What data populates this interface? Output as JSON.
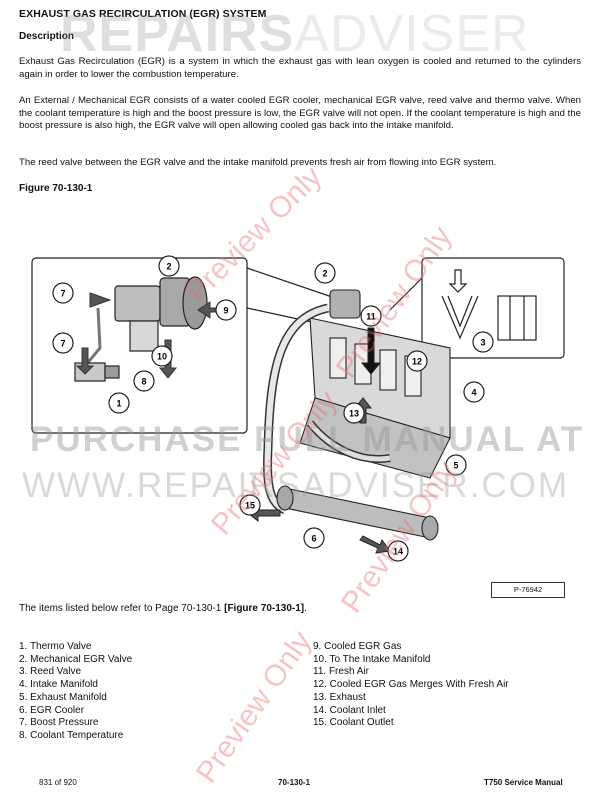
{
  "header": {
    "title": "EXHAUST GAS RECIRCULATION (EGR) SYSTEM",
    "subhead": "Description"
  },
  "paragraphs": [
    "Exhaust Gas Recirculation (EGR) is a system in which the exhaust gas with lean oxygen is cooled and returned to the cylinders again in order to lower the combustion temperature.",
    "An External / Mechanical EGR consists of a water cooled EGR cooler, mechanical EGR valve, reed valve and thermo valve. When the coolant temperature is high and the boost pressure is low, the EGR valve will not open. If the coolant temperature is high and the boost pressure is also high, the EGR valve will open allowing cooled gas back into the intake manifold.",
    "The reed valve between the EGR valve and the intake manifold prevents fresh air from flowing into EGR system."
  ],
  "figure": {
    "caption": "Figure 70-130-1",
    "ref_code": "P-76942",
    "callouts": [
      "1",
      "2",
      "3",
      "4",
      "5",
      "6",
      "7",
      "8",
      "9",
      "10",
      "11",
      "12",
      "13",
      "14",
      "15"
    ]
  },
  "items_intro": {
    "text": "The items listed below refer to Page 70-130-1 ",
    "ref": "[Figure 70-130-1]",
    "end": "."
  },
  "items_left": [
    "1. Thermo Valve",
    "2. Mechanical EGR Valve",
    "3. Reed Valve",
    "4. Intake Manifold",
    "5. Exhaust Manifold",
    "6. EGR Cooler",
    "7. Boost Pressure",
    "8. Coolant Temperature"
  ],
  "items_right": [
    "9. Cooled EGR Gas",
    "10. To The Intake Manifold",
    "11. Fresh Air",
    "12. Cooled EGR Gas Merges With Fresh Air",
    "13. Exhaust",
    "14. Coolant Inlet",
    "15. Coolant Outlet"
  ],
  "footer": {
    "page_count": "831 of 920",
    "page_number": "70-130-1",
    "manual": "T750 Service Manual"
  },
  "watermarks": {
    "top_bold": "REPAIRS",
    "top_light": "ADVISER",
    "mid_line1": "PURCHASE FULL MANUAL AT",
    "mid_line2": "WWW.REPAIRSADVISER.COM",
    "preview": "Preview Only"
  },
  "colors": {
    "text": "#111111",
    "watermark_gray": "#969696",
    "watermark_red": "#e66e6e"
  }
}
